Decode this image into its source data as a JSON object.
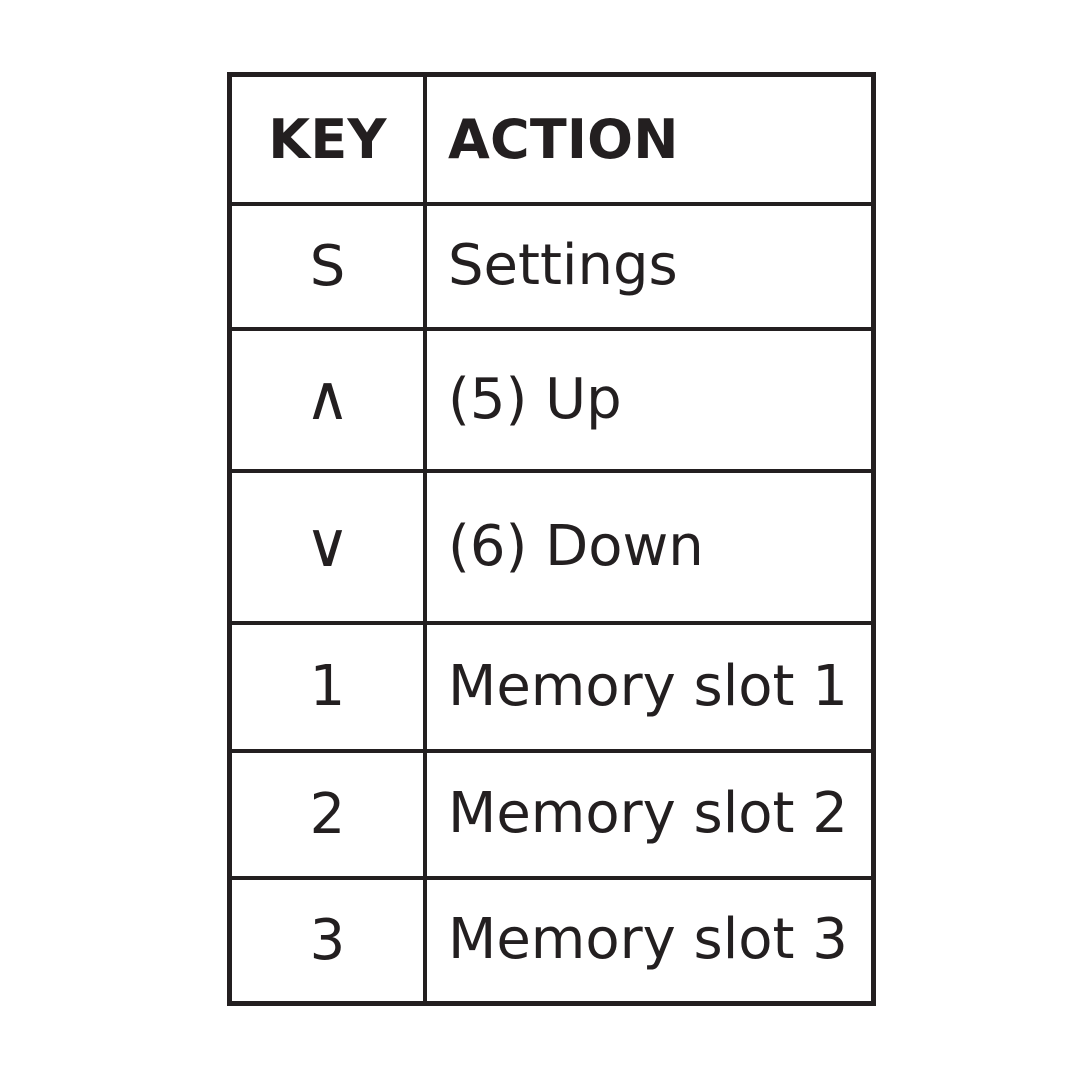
{
  "table": {
    "columns": [
      {
        "id": "key",
        "header": "KEY",
        "align": "center"
      },
      {
        "id": "action",
        "header": "ACTION",
        "align": "left"
      }
    ],
    "rows": [
      {
        "key": "S",
        "key_kind": "letter",
        "action": "Settings"
      },
      {
        "key": "∧",
        "key_kind": "glyph",
        "key_icon": "chevron-up-icon",
        "action": "(5) Up"
      },
      {
        "key": "∨",
        "key_kind": "glyph",
        "key_icon": "chevron-down-icon",
        "action": "(6) Down"
      },
      {
        "key": "1",
        "key_kind": "digit",
        "action": "Memory slot 1"
      },
      {
        "key": "2",
        "key_kind": "digit",
        "action": "Memory slot 2"
      },
      {
        "key": "3",
        "key_kind": "digit",
        "action": "Memory slot 3"
      }
    ]
  },
  "colors": {
    "border": "#231f20",
    "text": "#231f20",
    "background": "#ffffff"
  }
}
